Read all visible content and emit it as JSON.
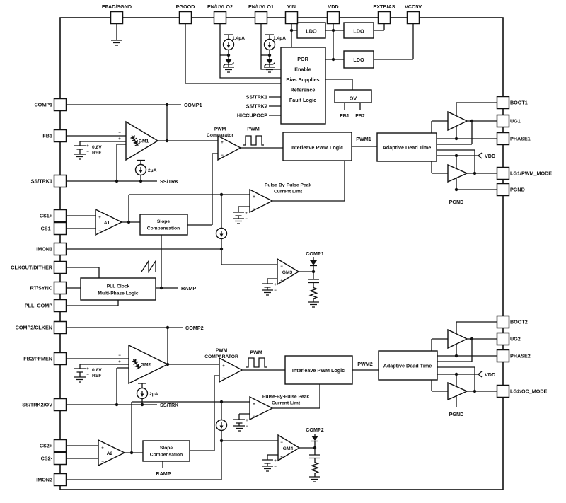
{
  "colors": {
    "line": "#111111",
    "background": "#ffffff"
  },
  "pins": {
    "top": [
      "EPAD/SGND",
      "PGOOD",
      "EN/UVLO2",
      "EN/UVLO1",
      "VIN",
      "VDD",
      "EXTBIAS",
      "VCC5V"
    ],
    "left": [
      "COMP1",
      "FB1",
      "SS/TRK1",
      "CS1+",
      "CS1-",
      "IMON1",
      "CLKOUT/DITHER",
      "RT/SYNC",
      "PLL_COMP",
      "COMP2/CLKEN",
      "FB2/PFMEN",
      "SS/TRK2/OV",
      "CS2+",
      "CS2-",
      "IMON2"
    ],
    "right": [
      "BOOT1",
      "UG1",
      "PHASE1",
      "LG1/PWM_MODE",
      "PGND",
      "BOOT2",
      "UG2",
      "PHASE2",
      "LG2/OC_MODE"
    ]
  },
  "blocks": {
    "ldo": "LDO",
    "por": [
      "POR",
      "Enable",
      "Bias Supplies",
      "Reference",
      "Fault Logic"
    ],
    "por_inputs": [
      "SS/TRK1",
      "SS/TRK2",
      "HICCUPOCP"
    ],
    "ov": "OV",
    "ov_inputs": [
      "FB1",
      "FB2"
    ],
    "interleave": "Interleave PWM Logic",
    "adaptive_dead_time": "Adaptive Dead Time",
    "slope_compensation": [
      "Slope",
      "Compensation"
    ],
    "pll": [
      "PLL Clock",
      "Multi-Phase Logic"
    ],
    "current_limit": [
      "Pulse-By-Pulse Peak",
      "Current Limt"
    ]
  },
  "amplifiers": {
    "gm1": "GM1",
    "gm2": "GM2",
    "gm3": "GM3",
    "gm4": "GM4",
    "a1": "A1",
    "a2": "A2"
  },
  "comparators": {
    "ch1": [
      "PWM",
      "Comparator"
    ],
    "ch2": [
      "PWM",
      "COMPARATOR"
    ]
  },
  "nets": {
    "comp1": "COMP1",
    "comp2": "COMP2",
    "ss_trk": "SS/TRK",
    "ramp": "RAMP",
    "pwm": "PWM",
    "pwm1": "PWM1",
    "pwm2": "PWM2",
    "vdd": "VDD",
    "pgnd": "PGND"
  },
  "values": {
    "en_current": "1.4µA",
    "ss_current": "2µA",
    "vref": "0.8V",
    "vref_label": "REF"
  },
  "marks": {
    "plus": "+",
    "minus": "−"
  }
}
